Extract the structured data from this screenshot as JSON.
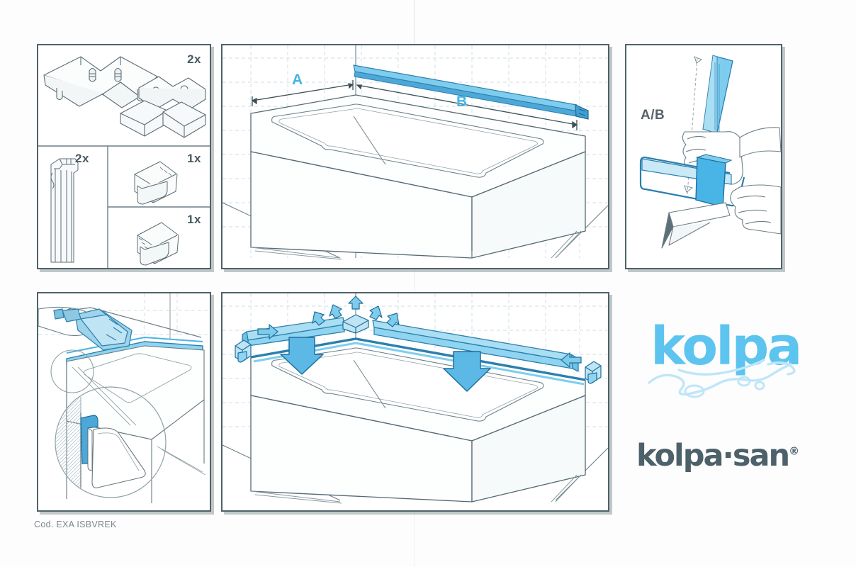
{
  "document": {
    "type": "installation-instruction-sheet",
    "brand": "kolpa-san",
    "code": "Cod. EXA ISBVREK"
  },
  "panels": {
    "parts": {
      "name": "parts-inventory",
      "cells": [
        {
          "id": "corner-pieces",
          "qty": "2x",
          "part": "corner cover / corner connector"
        },
        {
          "id": "profile-strips",
          "qty": "2x",
          "part": "sealing profile strip"
        },
        {
          "id": "end-cap-right",
          "qty": "1x",
          "part": "end cap right"
        },
        {
          "id": "end-cap-left",
          "qty": "1x",
          "part": "end cap left"
        }
      ]
    },
    "measure": {
      "name": "measure-bathtub",
      "labels": {
        "a": "A",
        "b": "B"
      },
      "note": "measure lengths A and B along the tub rim"
    },
    "cut": {
      "name": "cut-profile-to-length",
      "label": "A/B",
      "note": "cut profile to measured length A/B using hacksaw and miter box"
    },
    "seal": {
      "name": "apply-silicone",
      "note": "apply silicone bead along tub rim, detail of profile seated in joint"
    },
    "fit": {
      "name": "fit-profile-and-caps",
      "note": "press profile down onto rim, slide corner connector and end caps into place"
    }
  },
  "logos": {
    "primary": "kolpa",
    "secondary": "kolpa·san",
    "registered": "®"
  },
  "colors": {
    "accent_blue": "#49b4e6",
    "arrow_blue": "#5cb8e5",
    "line_dark": "#4f6269",
    "logo_blue": "#5cc4ef",
    "logo_gray": "#4c6169",
    "tile_line": "#cfdbe4"
  }
}
